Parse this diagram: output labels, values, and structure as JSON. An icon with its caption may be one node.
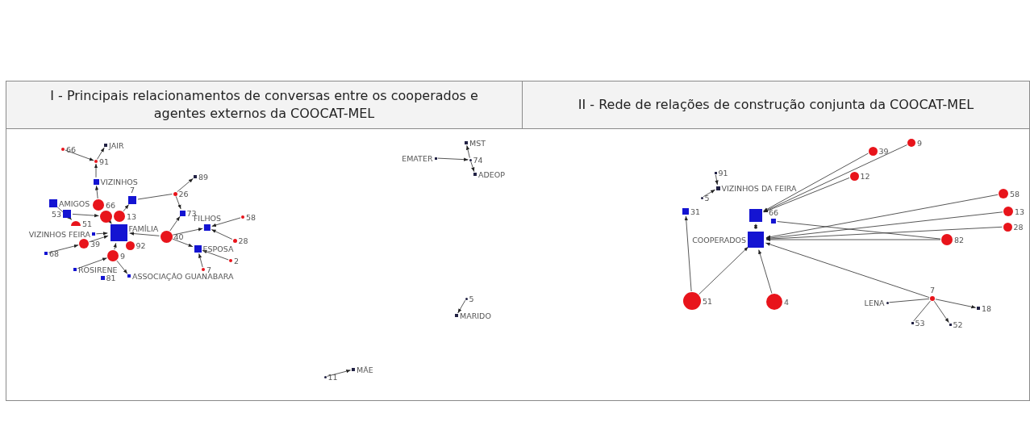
{
  "diagram": {
    "nodes": [
      {
        "text": [
          "66"
        ]
      },
      {
        "text": [
          "JAIR"
        ]
      },
      {
        "text": [
          "91"
        ]
      },
      {
        "text": [
          "VIZINHOS"
        ]
      },
      {
        "text": [
          "AMIGOS"
        ]
      },
      {
        "text": [
          "53"
        ]
      },
      {
        "text": [
          "66"
        ]
      },
      {
        "text": [
          "7"
        ]
      },
      {
        "text": [
          "26"
        ]
      },
      {
        "text": [
          "89"
        ]
      },
      {
        "text": [
          "73"
        ]
      },
      {
        "text": [],
        "shape": "circle"
      },
      {
        "text": [
          "13"
        ]
      },
      {
        "text": [
          "51"
        ]
      },
      {
        "text": [
          "VIZINHOS FEIRA"
        ]
      },
      {
        "text": [
          "FAMÍLIA"
        ]
      },
      {
        "text": [
          "40"
        ]
      },
      {
        "text": [
          "FILHOS"
        ]
      },
      {
        "text": [
          "58"
        ]
      },
      {
        "text": [
          "28"
        ]
      },
      {
        "text": [
          "ESPOSA"
        ]
      },
      {
        "text": [
          "2"
        ]
      },
      {
        "text": [
          "7"
        ]
      },
      {
        "text": [
          "92"
        ]
      },
      {
        "text": [
          "39"
        ]
      },
      {
        "text": [
          "68"
        ]
      },
      {
        "text": [
          "9"
        ]
      },
      {
        "text": [
          "ROSIRENE"
        ]
      },
      {
        "text": [
          "81"
        ]
      },
      {
        "text": [
          "ASSOCIAÇÃO GUANABARA"
        ]
      },
      {
        "text": [
          "MST"
        ]
      },
      {
        "text": [
          "EMATER"
        ]
      },
      {
        "text": [
          "74"
        ]
      },
      {
        "text": [
          "ADEOP"
        ]
      },
      {
        "text": [
          "5"
        ]
      },
      {
        "text": [
          "MARIDO"
        ]
      },
      {
        "text": [
          "MÃE"
        ]
      },
      {
        "text": [
          "11"
        ]
      },
      {
        "text": [
          "91"
        ]
      },
      {
        "text": [
          "5"
        ]
      },
      {
        "text": [
          "VIZINHOS DA FEIRA"
        ]
      },
      {
        "text": [],
        "shape": "box"
      },
      {
        "text": [
          "31"
        ]
      },
      {
        "text": [
          "66"
        ]
      },
      {
        "text": [
          "COOPERADOS"
        ]
      },
      {
        "text": [
          "39"
        ]
      },
      {
        "text": [
          "9"
        ]
      },
      {
        "text": [
          "12"
        ]
      },
      {
        "text": [
          "58"
        ]
      },
      {
        "text": [
          "13"
        ]
      },
      {
        "text": [
          "28"
        ]
      },
      {
        "text": [
          "82"
        ]
      },
      {
        "text": [
          "51"
        ]
      },
      {
        "text": [
          "4"
        ]
      },
      {
        "text": [
          "7"
        ]
      },
      {
        "text": [
          "LENA"
        ]
      },
      {
        "text": [
          "18"
        ]
      },
      {
        "text": [
          "53"
        ]
      },
      {
        "text": [
          "52"
        ]
      }
    ],
    "edges": [
      {
        "from": 0,
        "to": 2,
        "arrow": "to"
      },
      {
        "from": 2,
        "to": 1,
        "arrow": "to"
      },
      {
        "from": 3,
        "to": 2,
        "arrow": "to"
      },
      {
        "from": 6,
        "to": 3,
        "arrow": "to"
      },
      {
        "from": 4,
        "to": 13,
        "arrow": "to"
      },
      {
        "from": 5,
        "to": 11,
        "arrow": "to"
      },
      {
        "from": 11,
        "to": 15,
        "arrow": "to"
      },
      {
        "from": 12,
        "to": 7,
        "arrow": "to"
      },
      {
        "from": 7,
        "to": 8,
        "arrow": "none"
      },
      {
        "from": 8,
        "to": 9,
        "arrow": "to"
      },
      {
        "from": 8,
        "to": 10,
        "arrow": "to"
      },
      {
        "from": 16,
        "to": 10,
        "arrow": "to"
      },
      {
        "from": 16,
        "to": 15,
        "arrow": "to"
      },
      {
        "from": 16,
        "to": 17,
        "arrow": "to"
      },
      {
        "from": 18,
        "to": 17,
        "arrow": "to"
      },
      {
        "from": 19,
        "to": 17,
        "arrow": "to"
      },
      {
        "from": 16,
        "to": 20,
        "arrow": "to"
      },
      {
        "from": 21,
        "to": 20,
        "arrow": "to"
      },
      {
        "from": 22,
        "to": 20,
        "arrow": "to"
      },
      {
        "from": 14,
        "to": 15,
        "arrow": "to"
      },
      {
        "from": 24,
        "to": 15,
        "arrow": "to"
      },
      {
        "from": 25,
        "to": 24,
        "arrow": "to"
      },
      {
        "from": 26,
        "to": 15,
        "arrow": "to"
      },
      {
        "from": 27,
        "to": 26,
        "arrow": "to"
      },
      {
        "from": 26,
        "to": 29,
        "arrow": "to"
      },
      {
        "from": 31,
        "to": 32,
        "arrow": "to"
      },
      {
        "from": 32,
        "to": 30,
        "arrow": "to"
      },
      {
        "from": 32,
        "to": 33,
        "arrow": "to"
      },
      {
        "from": 34,
        "to": 35,
        "arrow": "to"
      },
      {
        "from": 37,
        "to": 36,
        "arrow": "to"
      },
      {
        "from": 38,
        "to": 40,
        "arrow": "to"
      },
      {
        "from": 39,
        "to": 40,
        "arrow": "to"
      },
      {
        "from": 45,
        "to": 41,
        "arrow": "to"
      },
      {
        "from": 46,
        "to": 41,
        "arrow": "to"
      },
      {
        "from": 47,
        "to": 41,
        "arrow": "to"
      },
      {
        "from": 41,
        "to": 44,
        "arrow": "both"
      },
      {
        "from": 52,
        "to": 42,
        "arrow": "to"
      },
      {
        "from": 52,
        "to": 44,
        "arrow": "to"
      },
      {
        "from": 53,
        "to": 44,
        "arrow": "to"
      },
      {
        "from": 48,
        "to": 44,
        "arrow": "to"
      },
      {
        "from": 49,
        "to": 44,
        "arrow": "to"
      },
      {
        "from": 50,
        "to": 44,
        "arrow": "to"
      },
      {
        "from": 51,
        "to": 44,
        "arrow": "to"
      },
      {
        "from": 43,
        "to": 51,
        "arrow": "none"
      },
      {
        "from": 54,
        "to": 44,
        "arrow": "to"
      },
      {
        "from": 55,
        "to": 54,
        "arrow": "none"
      },
      {
        "from": 54,
        "to": 56,
        "arrow": "to"
      },
      {
        "from": 54,
        "to": 57,
        "arrow": "none"
      },
      {
        "from": 54,
        "to": 58,
        "arrow": "to"
      }
    ],
    "labels": [
      "I - Principais relacionamentos de conversas entre os cooperados e agentes externos da COOCAT-MEL",
      "II - Rede de relações de construção conjunta da COOCAT-MEL"
    ]
  }
}
